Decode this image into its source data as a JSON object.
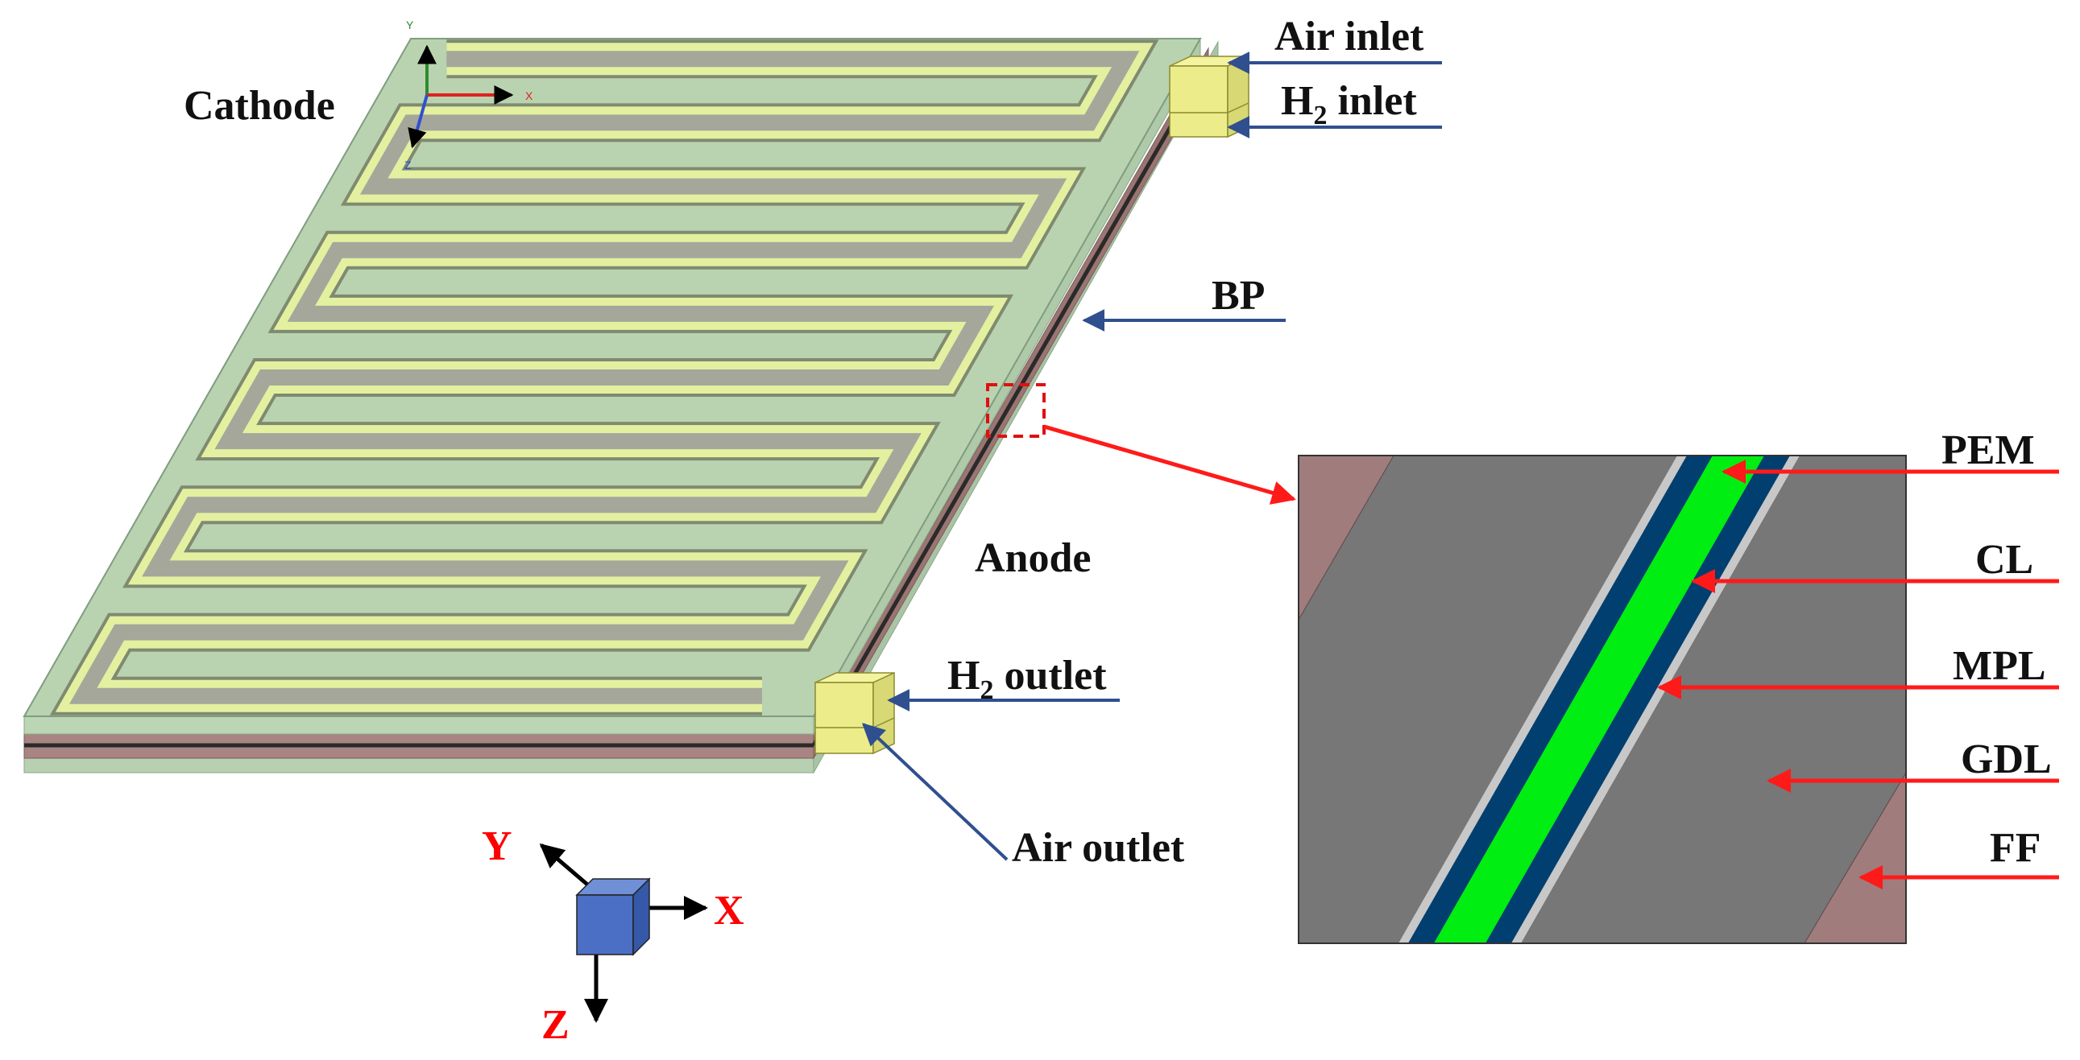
{
  "labels": {
    "cathode": "Cathode",
    "anode": "Anode",
    "air_inlet": "Air inlet",
    "h2_inlet_main": "H",
    "h2_inlet_sub": "2",
    "h2_inlet_rest": " inlet",
    "bp": "BP",
    "h2_outlet_main": "H",
    "h2_outlet_sub": "2",
    "h2_outlet_rest": " outlet",
    "air_outlet": "Air outlet"
  },
  "layers": {
    "pem": "PEM",
    "cl": "CL",
    "mpl": "MPL",
    "gdl": "GDL",
    "ff": "FF"
  },
  "axes_large": {
    "y": "Y",
    "x": "X",
    "z": "Z"
  },
  "axes_small": {
    "y": "Y",
    "x": "X",
    "z": "Z"
  },
  "colors": {
    "arrow_blue": "#2f4f8f",
    "arrow_red": "#ff1a1a",
    "axis_label_red": "#ff0000",
    "plate_green": "#b9d3b0",
    "channel_yellow": "#e3f0a0",
    "rib_gray": "#a4a79a",
    "ff_brown": "#a07c7c",
    "gdl_gray": "#777777",
    "cl_blue": "#003f70",
    "pem_green": "#00ee11",
    "cube_blue": "#4a6fc4"
  }
}
